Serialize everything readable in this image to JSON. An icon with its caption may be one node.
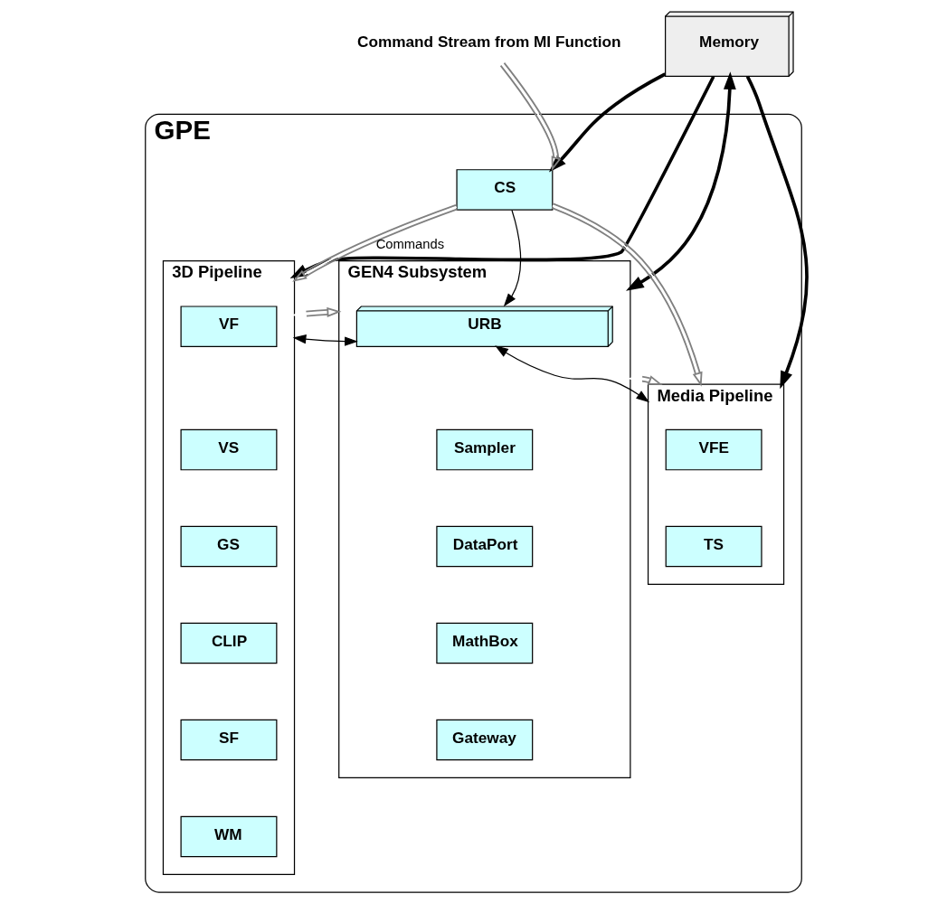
{
  "diagram": {
    "nodes": [
      {
        "text": [
          "Memory"
        ]
      },
      {
        "text": [
          "Command Stream from MI Function"
        ]
      },
      {
        "text": [
          "GPE"
        ]
      },
      {
        "text": [
          "CS"
        ],
        "in": 2
      },
      {
        "text": [
          "3D Pipeline"
        ],
        "in": 2
      },
      {
        "text": [
          "VF"
        ],
        "in": 4
      },
      {
        "text": [
          "VS"
        ],
        "in": 4
      },
      {
        "text": [
          "GS"
        ],
        "in": 4
      },
      {
        "text": [
          "CLIP"
        ],
        "in": 4
      },
      {
        "text": [
          "SF"
        ],
        "in": 4
      },
      {
        "text": [
          "WM"
        ],
        "in": 4
      },
      {
        "text": [
          "GEN4 Subsystem"
        ],
        "in": 2
      },
      {
        "text": [
          "URB"
        ],
        "in": 11
      },
      {
        "text": [
          "Sampler"
        ],
        "in": 11
      },
      {
        "text": [
          "DataPort"
        ],
        "in": 11
      },
      {
        "text": [
          "MathBox"
        ],
        "in": 11
      },
      {
        "text": [
          "Gateway"
        ],
        "in": 11
      },
      {
        "text": [
          "Media Pipeline"
        ],
        "in": 2
      },
      {
        "text": [
          "VFE"
        ],
        "in": 17
      },
      {
        "text": [
          "TS"
        ],
        "in": 17
      }
    ],
    "edges": [
      {
        "from": 1,
        "to": 3,
        "arrow": "to",
        "color": "#808080"
      },
      {
        "from": 0,
        "to": 3,
        "arrow": "to",
        "style": "thick"
      },
      {
        "from": 0,
        "to": 4,
        "arrow": "to",
        "style": "thick"
      },
      {
        "from": 0,
        "to": 11,
        "arrow": "both",
        "style": "thick"
      },
      {
        "from": 0,
        "to": 17,
        "arrow": "to",
        "style": "thick"
      },
      {
        "from": 3,
        "to": 4,
        "arrow": "to",
        "color": "#808080",
        "label": "Commands"
      },
      {
        "from": 3,
        "to": 17,
        "arrow": "to",
        "color": "#808080"
      },
      {
        "from": 3,
        "to": 12,
        "arrow": "to"
      },
      {
        "from": 4,
        "to": 12,
        "arrow": "both"
      },
      {
        "from": 12,
        "to": 17,
        "arrow": "both"
      },
      {
        "from": 4,
        "to": 11,
        "arrow": "both",
        "color": "#808080"
      },
      {
        "from": 11,
        "to": 17,
        "arrow": "both",
        "color": "#808080"
      }
    ]
  }
}
